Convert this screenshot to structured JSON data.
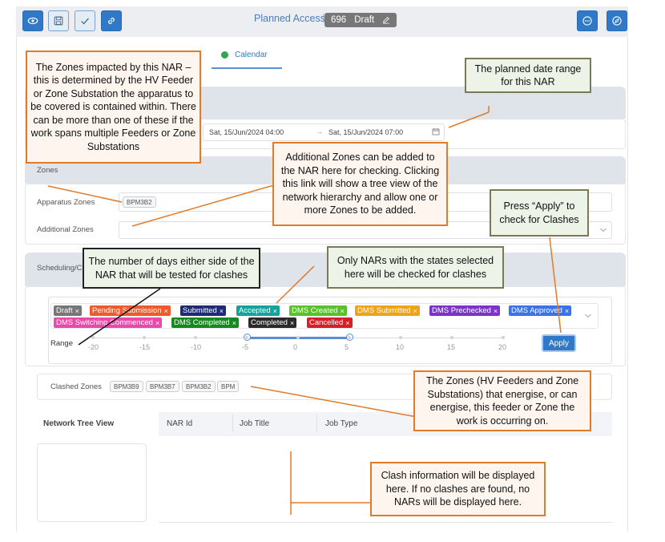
{
  "toolbar": {
    "title": "Planned Access",
    "nar_id": "696",
    "status": "Draft",
    "icons": [
      "eye-icon",
      "save-icon",
      "check-icon",
      "link-icon",
      "more-icon",
      "compass-icon",
      "edit-icon"
    ]
  },
  "tabs": [
    {
      "label": "Calendar",
      "status": "complete"
    }
  ],
  "dates": {
    "start": "Sat, 15/Jun/2024 04:00",
    "end": "Sat, 15/Jun/2024 07:00",
    "arrow": "→"
  },
  "zones": {
    "title": "Zones",
    "apparatus_label": "Apparatus Zones",
    "apparatus_chip": "BPM3B2",
    "additional_label": "Additional Zones"
  },
  "scheduling": {
    "title": "Scheduling/C",
    "states": [
      {
        "label": "Draft",
        "color": "#777777"
      },
      {
        "label": "Pending Submission",
        "color": "#ef5a2a"
      },
      {
        "label": "Submitted",
        "color": "#1e2a78"
      },
      {
        "label": "Accepted",
        "color": "#14a39a"
      },
      {
        "label": "DMS Created",
        "color": "#57c22a"
      },
      {
        "label": "DMS Submitted",
        "color": "#f0a21a"
      },
      {
        "label": "DMS Prechecked",
        "color": "#7a35c8"
      },
      {
        "label": "DMS Approved",
        "color": "#3a72e8"
      },
      {
        "label": "DMS Switching Commenced",
        "color": "#e84aa6"
      },
      {
        "label": "DMS Completed",
        "color": "#15891f"
      },
      {
        "label": "Completed",
        "color": "#2a2a2a"
      },
      {
        "label": "Cancelled",
        "color": "#d61f26"
      }
    ],
    "range_label": "Range",
    "ticks": [
      "-20",
      "-15",
      "-10",
      "-5",
      "0",
      "5",
      "10",
      "15",
      "20"
    ],
    "range_selected": [
      -5,
      5
    ],
    "apply_label": "Apply"
  },
  "clashed": {
    "label": "Clashed Zones",
    "chips": [
      "BPM3B9",
      "BPM3B7",
      "BPM3B2",
      "BPM"
    ]
  },
  "table": {
    "tree_label": "Network Tree View",
    "headers": [
      "NAR Id",
      "Job Title",
      "Job Type"
    ]
  },
  "callouts": {
    "zones_impacted": "The Zones impacted by this NAR – this is determined by the HV Feeder or Zone Substation the apparatus to be covered is contained within. There can be more than one of these if the work spans multiple Feeders or Zone Substations",
    "date_range": "The planned date range for this NAR",
    "additional_zones": "Additional Zones can be added to the NAR here for checking. Clicking this link will show a tree view of the network hierarchy and allow one or more Zones to be added.",
    "apply": "Press “Apply” to check for Clashes",
    "days": "The number of days either side of the NAR that will be tested for clashes",
    "states": "Only NARs with the states selected here will be checked for clashes",
    "clashed_zones": "The Zones (HV Feeders and Zone Substations) that energise, or can energise, this feeder or Zone the work is occurring on.",
    "clash_info": "Clash information will be displayed here. If no clashes are found, no NARs will be displayed here."
  }
}
